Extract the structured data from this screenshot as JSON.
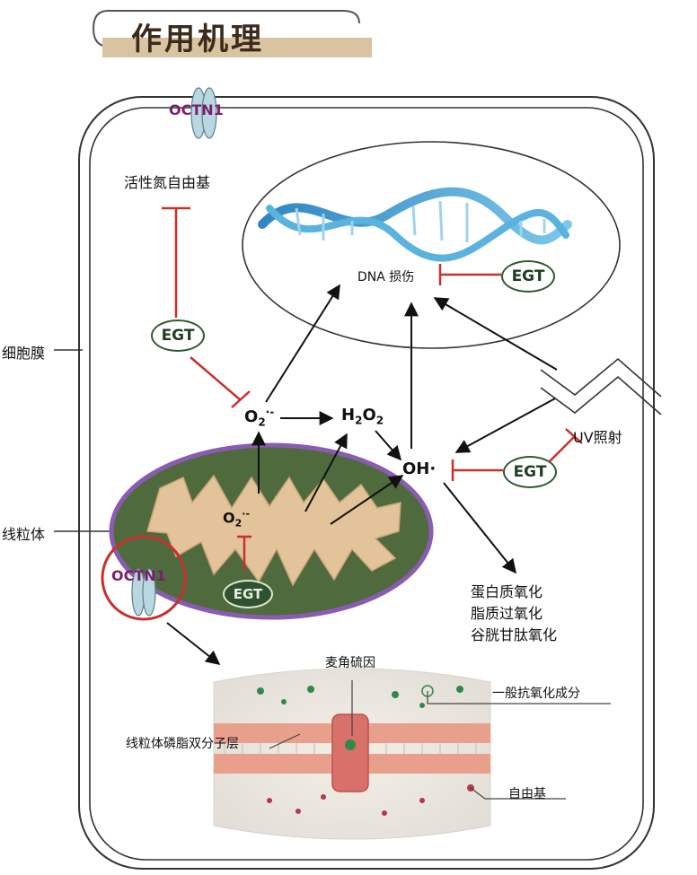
{
  "title": "作用机理",
  "labels": {
    "cell_membrane": "细胞膜",
    "mitochondria": "线粒体",
    "octn1_top": "OCTN1",
    "octn1_mito": "OCTN1",
    "rns": "活性氮自由基",
    "dna_damage": "DNA 损伤",
    "uv": "UV照射",
    "o2_outer": "O",
    "o2_inner": "O",
    "h2o2": "H",
    "oh": "OH",
    "oxidation_list": [
      "蛋白质氧化",
      "脂质过氧化",
      "谷胱甘肽氧化"
    ],
    "ergothioneine": "麦角硫因",
    "general_antioxidant": "一般抗氧化成分",
    "phospholipid_bilayer": "线粒体磷脂双分子层",
    "free_radical": "自由基"
  },
  "chem": {
    "o2_sub": "2",
    "o2_sup": "·-",
    "h2o2_mid": "2",
    "h2o2_o": "O",
    "h2o2_sub2": "2",
    "oh_dot": "·"
  },
  "egt": {
    "left": "EGT",
    "dna": "EGT",
    "oh": "EGT",
    "mito": "EGT"
  },
  "colors": {
    "inhibit": "#c9302c",
    "arrow": "#111111",
    "mito_fill": "#4f6b3e",
    "mito_rim": "#8a5bb0",
    "cristae": "#e2c39a",
    "egt_border": "#2f5a2f",
    "octn_text": "#7a1f6e",
    "dna_blue": "#4aa6d6"
  }
}
